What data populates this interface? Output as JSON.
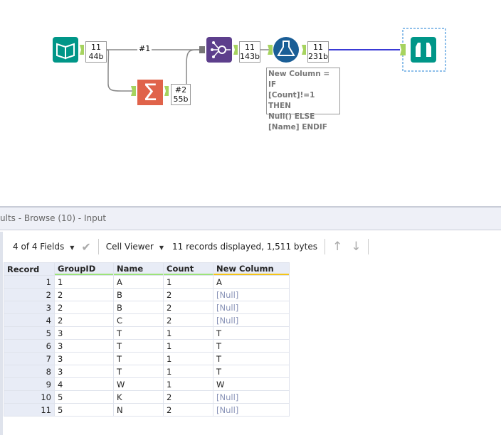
{
  "workflow": {
    "input_counts": {
      "records": "11",
      "bytes": "44b"
    },
    "join_label_1": "#1",
    "summarize_counts": {
      "label": "#2",
      "bytes": "55b"
    },
    "join_counts": {
      "records": "11",
      "bytes": "143b"
    },
    "formula_counts": {
      "records": "11",
      "bytes": "231b"
    },
    "formula_annotation": [
      "New Column = IF",
      "[Count]!=1 THEN",
      "Null() ELSE",
      "[Name] ENDIF"
    ],
    "colors": {
      "teal": "#009688",
      "summarize": "#e0634a",
      "join": "#5d3f8c",
      "formula": "#1a5e96",
      "anchor": "#a6d35f",
      "browse_wire": "#3a3ad6"
    }
  },
  "results": {
    "title": "ults - Browse (10) - Input",
    "fields_select": "4 of 4 Fields",
    "cell_viewer": "Cell Viewer",
    "status": "11 records displayed, 1,511 bytes",
    "columns": [
      "Record",
      "GroupID",
      "Name",
      "Count",
      "New Column"
    ],
    "rows": [
      [
        "1",
        "1",
        "A",
        "1",
        "A"
      ],
      [
        "2",
        "2",
        "B",
        "2",
        "[Null]"
      ],
      [
        "3",
        "2",
        "B",
        "2",
        "[Null]"
      ],
      [
        "4",
        "2",
        "C",
        "2",
        "[Null]"
      ],
      [
        "5",
        "3",
        "T",
        "1",
        "T"
      ],
      [
        "6",
        "3",
        "T",
        "1",
        "T"
      ],
      [
        "7",
        "3",
        "T",
        "1",
        "T"
      ],
      [
        "8",
        "3",
        "T",
        "1",
        "T"
      ],
      [
        "9",
        "4",
        "W",
        "1",
        "W"
      ],
      [
        "10",
        "5",
        "K",
        "2",
        "[Null]"
      ],
      [
        "11",
        "5",
        "N",
        "2",
        "[Null]"
      ]
    ]
  }
}
